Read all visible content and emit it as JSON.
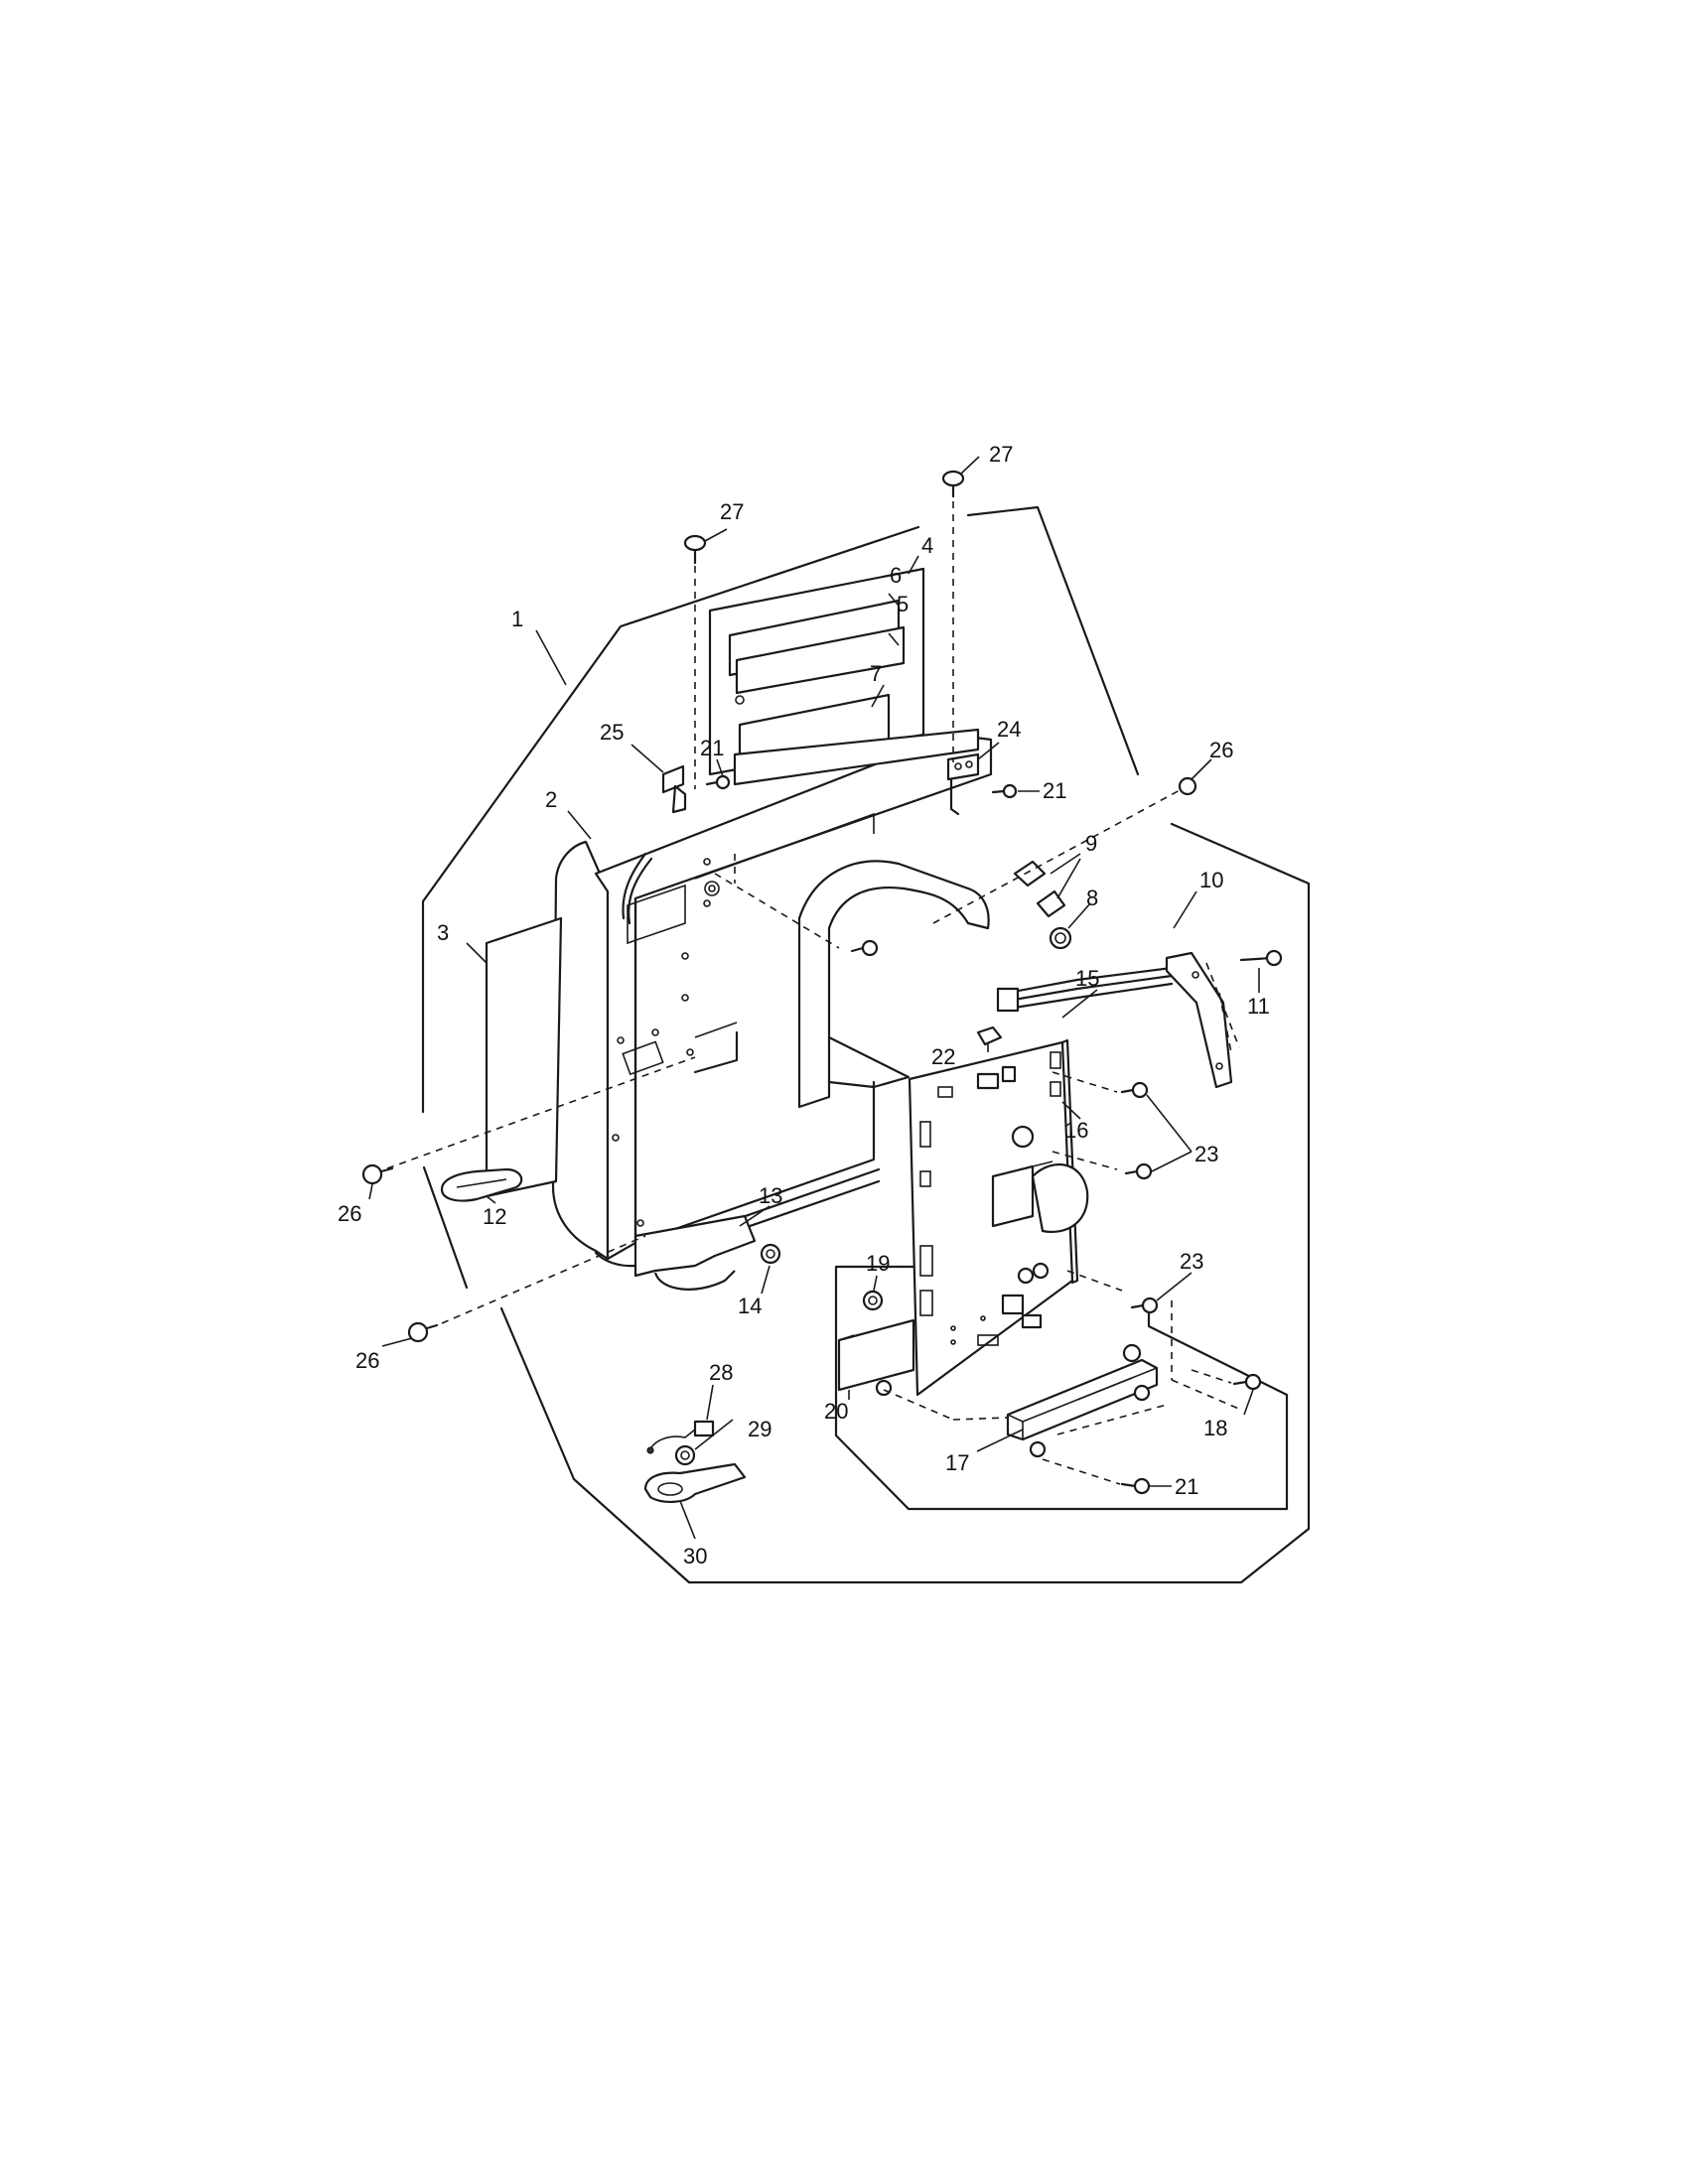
{
  "callouts": [
    {
      "id": "c1",
      "text": "1"
    },
    {
      "id": "c2",
      "text": "2"
    },
    {
      "id": "c3",
      "text": "3"
    },
    {
      "id": "c4",
      "text": "4"
    },
    {
      "id": "c5",
      "text": "5"
    },
    {
      "id": "c6",
      "text": "6"
    },
    {
      "id": "c7",
      "text": "7"
    },
    {
      "id": "c8",
      "text": "8"
    },
    {
      "id": "c9",
      "text": "9"
    },
    {
      "id": "c10",
      "text": "10"
    },
    {
      "id": "c11",
      "text": "11"
    },
    {
      "id": "c12",
      "text": "12"
    },
    {
      "id": "c13",
      "text": "13"
    },
    {
      "id": "c14",
      "text": "14"
    },
    {
      "id": "c15",
      "text": "15"
    },
    {
      "id": "c16",
      "text": "16"
    },
    {
      "id": "c17",
      "text": "17"
    },
    {
      "id": "c18",
      "text": "18"
    },
    {
      "id": "c19",
      "text": "19"
    },
    {
      "id": "c20",
      "text": "20"
    },
    {
      "id": "c21a",
      "text": "21"
    },
    {
      "id": "c21b",
      "text": "21"
    },
    {
      "id": "c21c",
      "text": "21"
    },
    {
      "id": "c22",
      "text": "22"
    },
    {
      "id": "c23a",
      "text": "23"
    },
    {
      "id": "c23b",
      "text": "23"
    },
    {
      "id": "c24",
      "text": "24"
    },
    {
      "id": "c25",
      "text": "25"
    },
    {
      "id": "c26a",
      "text": "26"
    },
    {
      "id": "c26b",
      "text": "26"
    },
    {
      "id": "c26c",
      "text": "26"
    },
    {
      "id": "c27a",
      "text": "27"
    },
    {
      "id": "c27b",
      "text": "27"
    },
    {
      "id": "c28",
      "text": "28"
    },
    {
      "id": "c29",
      "text": "29"
    },
    {
      "id": "c30",
      "text": "30"
    }
  ]
}
